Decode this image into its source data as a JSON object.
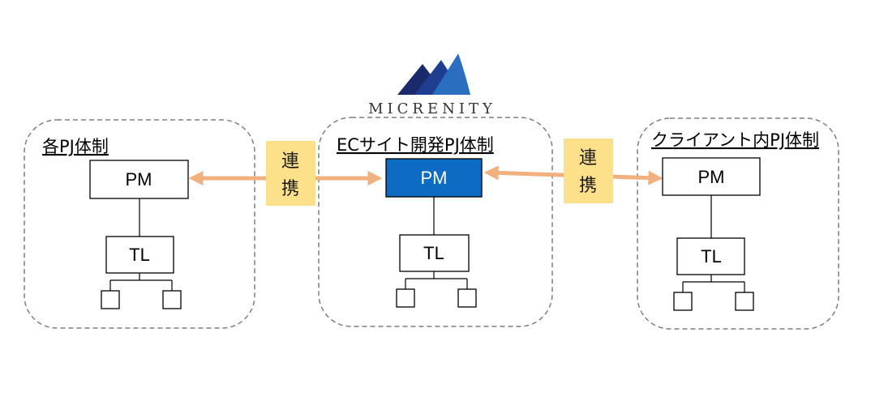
{
  "logo": {
    "text": "MICRENITY",
    "icon": "mountain-peaks-icon",
    "colors": [
      "#1b2a6b",
      "#1f3e8f",
      "#2a6fbf"
    ]
  },
  "groups": [
    {
      "id": "left",
      "title": "各PJ体制",
      "pm_label": "PM",
      "tl_label": "TL",
      "pm_highlight": false
    },
    {
      "id": "center",
      "title": "ECサイト開発PJ体制",
      "pm_label": "PM",
      "tl_label": "TL",
      "pm_highlight": true
    },
    {
      "id": "right",
      "title": "クライアント内PJ体制",
      "pm_label": "PM",
      "tl_label": "TL",
      "pm_highlight": false
    }
  ],
  "links": [
    {
      "from": "left",
      "to": "center",
      "label_line1": "連",
      "label_line2": "携"
    },
    {
      "from": "center",
      "to": "right",
      "label_line1": "連",
      "label_line2": "携"
    }
  ],
  "colors": {
    "pm_highlight_fill": "#0d6bc4",
    "arrow": "#f2b07e",
    "badge": "#fce08a",
    "group_border": "#7f7f7f"
  }
}
